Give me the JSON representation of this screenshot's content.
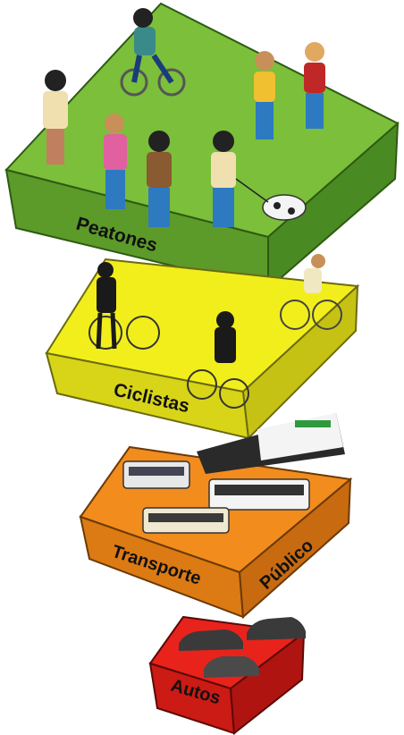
{
  "diagram": {
    "levels": [
      {
        "id": "peatones",
        "label": "Peatones",
        "color": "#7bbf3a",
        "items": [
          "person-icon",
          "cyclist-icon",
          "dog-icon"
        ]
      },
      {
        "id": "ciclistas",
        "label": "Ciclistas",
        "color": "#f2ee1c",
        "items": [
          "cyclist-icon"
        ]
      },
      {
        "id": "transporte",
        "label_1": "Transporte",
        "label_2": "Público",
        "color": "#f28c1d",
        "items": [
          "bus-icon",
          "train-icon"
        ]
      },
      {
        "id": "autos",
        "label": "Autos",
        "color": "#e8231c",
        "items": [
          "car-icon"
        ]
      }
    ]
  }
}
